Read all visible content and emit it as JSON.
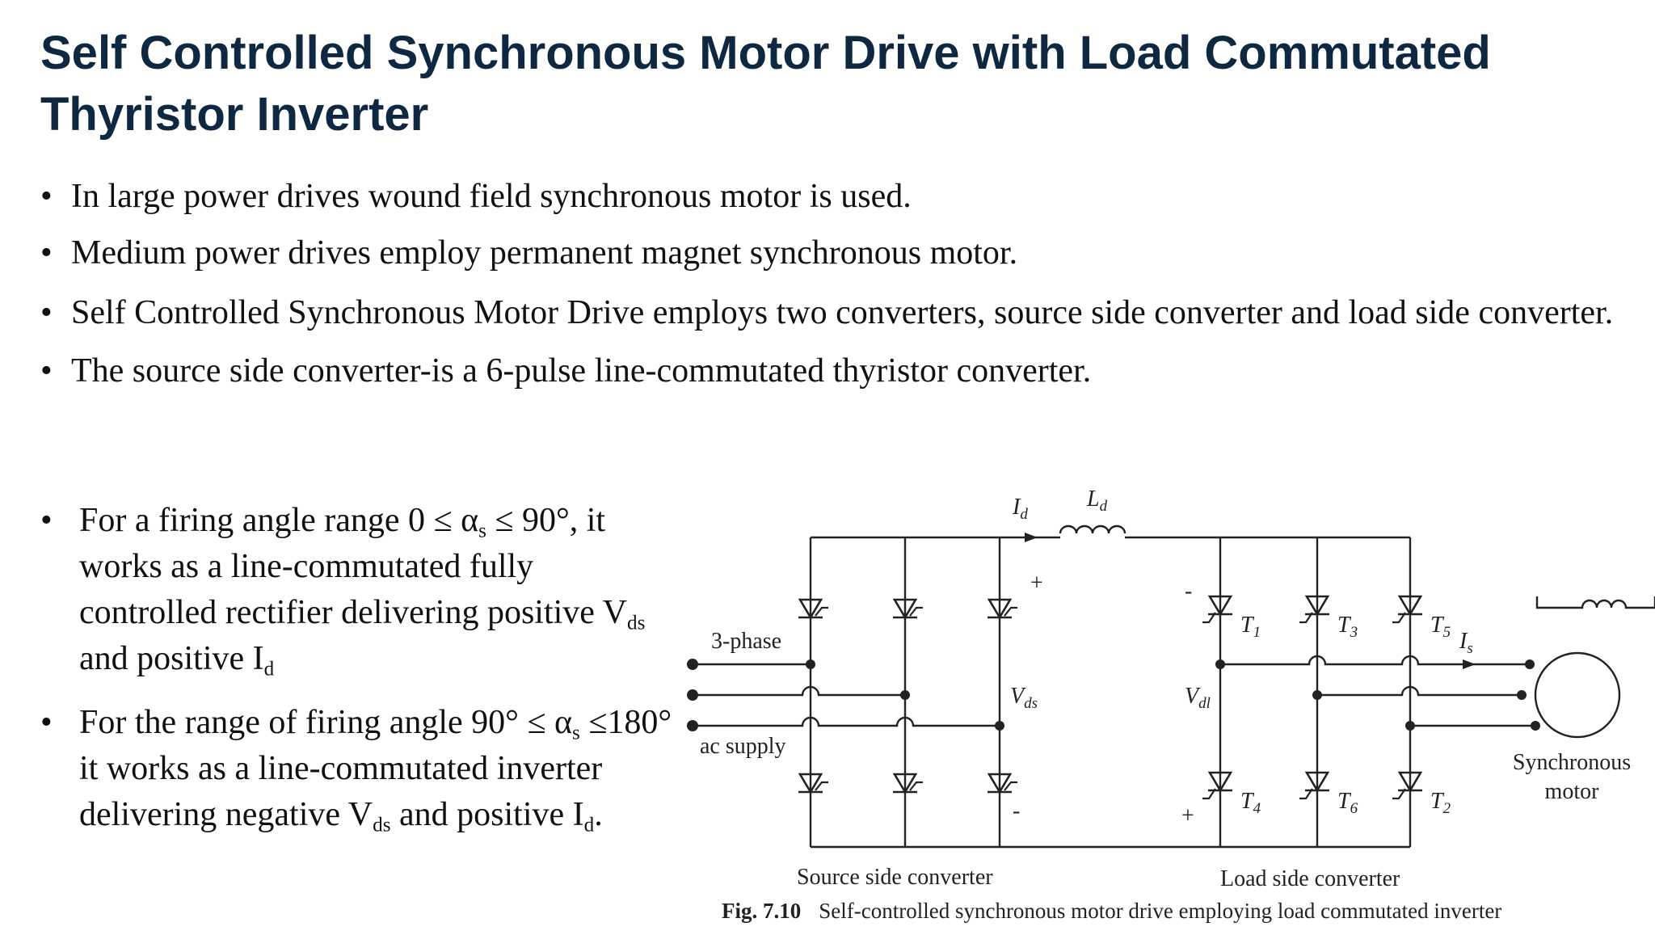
{
  "title": "Self Controlled Synchronous Motor Drive with Load Commutated Thyristor Inverter",
  "bullets": [
    "In large power drives wound field synchronous motor is used.",
    "Medium power drives employ permanent magnet synchronous motor.",
    "Self Controlled Synchronous Motor Drive employs two converters, source side converter and load side converter.",
    "The source side converter-is a 6-pulse line-commutated thyristor converter."
  ],
  "left_bullets": {
    "b1": {
      "p1": "For a firing angle range 0 ≤ α",
      "sub1": "s",
      "p2": " ≤ 90°, it works as a line-commutated fully controlled rectifier delivering positive V",
      "sub2": "ds",
      "p3": " and positive I",
      "sub3": "d"
    },
    "b2": {
      "p1": "For the range of firing angle 90° ≤ α",
      "sub1": "s",
      "p2": " ≤180° it works as a line-commutated inverter delivering negative V",
      "sub2": "ds",
      "p3": " and positive I",
      "sub3": "d",
      "p4": "."
    }
  },
  "diagram": {
    "id": "I",
    "id_sub": "d",
    "ld": "L",
    "ld_sub": "d",
    "plus_top": "+",
    "minus_bottom": "-",
    "minus_left": "-",
    "plus_left": "+",
    "three_phase": "3-phase",
    "ac_supply": "ac supply",
    "vds": "V",
    "vds_sub": "ds",
    "vdl": "V",
    "vdl_sub": "dl",
    "t_prefix": "T",
    "t1": "1",
    "t3": "3",
    "t5": "5",
    "t4": "4",
    "t6": "6",
    "t2": "2",
    "is": "I",
    "is_sub": "s",
    "sync_motor_1": "Synchronous",
    "sync_motor_2": "motor",
    "source_side": "Source side converter",
    "load_side": "Load side converter"
  },
  "caption": {
    "fig": "Fig. 7.10",
    "text": "Self-controlled synchronous motor drive employing load commutated inverter"
  }
}
